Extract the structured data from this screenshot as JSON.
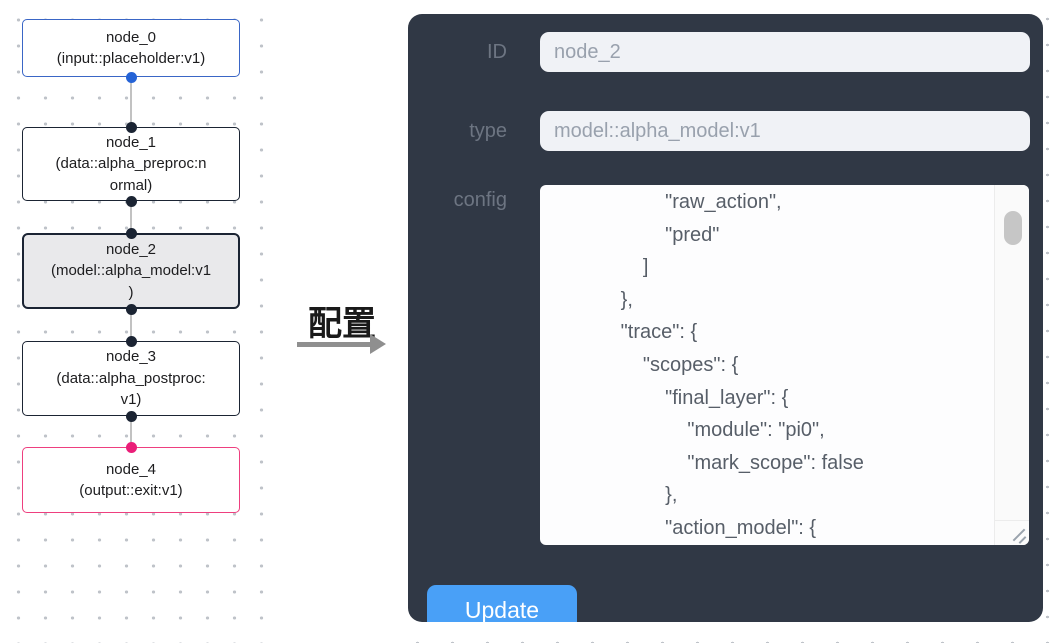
{
  "graph": {
    "nodes": [
      {
        "id": "node_0",
        "label": "node_0\n(input::placeholder:v1)",
        "accent": "#3a66c6"
      },
      {
        "id": "node_1",
        "label": "node_1\n(data::alpha_preproc:n\normal)",
        "accent": "#1b2433"
      },
      {
        "id": "node_2",
        "label": "node_2\n(model::alpha_model:v1\n)",
        "accent": "#1b2433",
        "selected": true
      },
      {
        "id": "node_3",
        "label": "node_3\n(data::alpha_postproc:\nv1)",
        "accent": "#1b2433"
      },
      {
        "id": "node_4",
        "label": "node_4\n(output::exit:v1)",
        "accent": "#ee3f7f"
      }
    ],
    "port_colors": {
      "input_node": "#2563d6",
      "default": "#1b2433",
      "output_node": "#ea1e78"
    }
  },
  "transfer": {
    "label": "配置",
    "arrow_color": "#8f8f8f"
  },
  "panel": {
    "background": "#303845",
    "fields": {
      "id": {
        "label": "ID",
        "value": "node_2"
      },
      "type": {
        "label": "type",
        "value": "model::alpha_model:v1"
      },
      "config": {
        "label": "config"
      }
    },
    "config_value": "                    \"raw_action\",\n                    \"pred\"\n                ]\n            },\n            \"trace\": {\n                \"scopes\": {\n                    \"final_layer\": {\n                        \"module\": \"pi0\",\n                        \"mark_scope\": false\n                    },\n                    \"action_model\": {",
    "update_label": "Update",
    "accent_color": "#49a0f7"
  }
}
